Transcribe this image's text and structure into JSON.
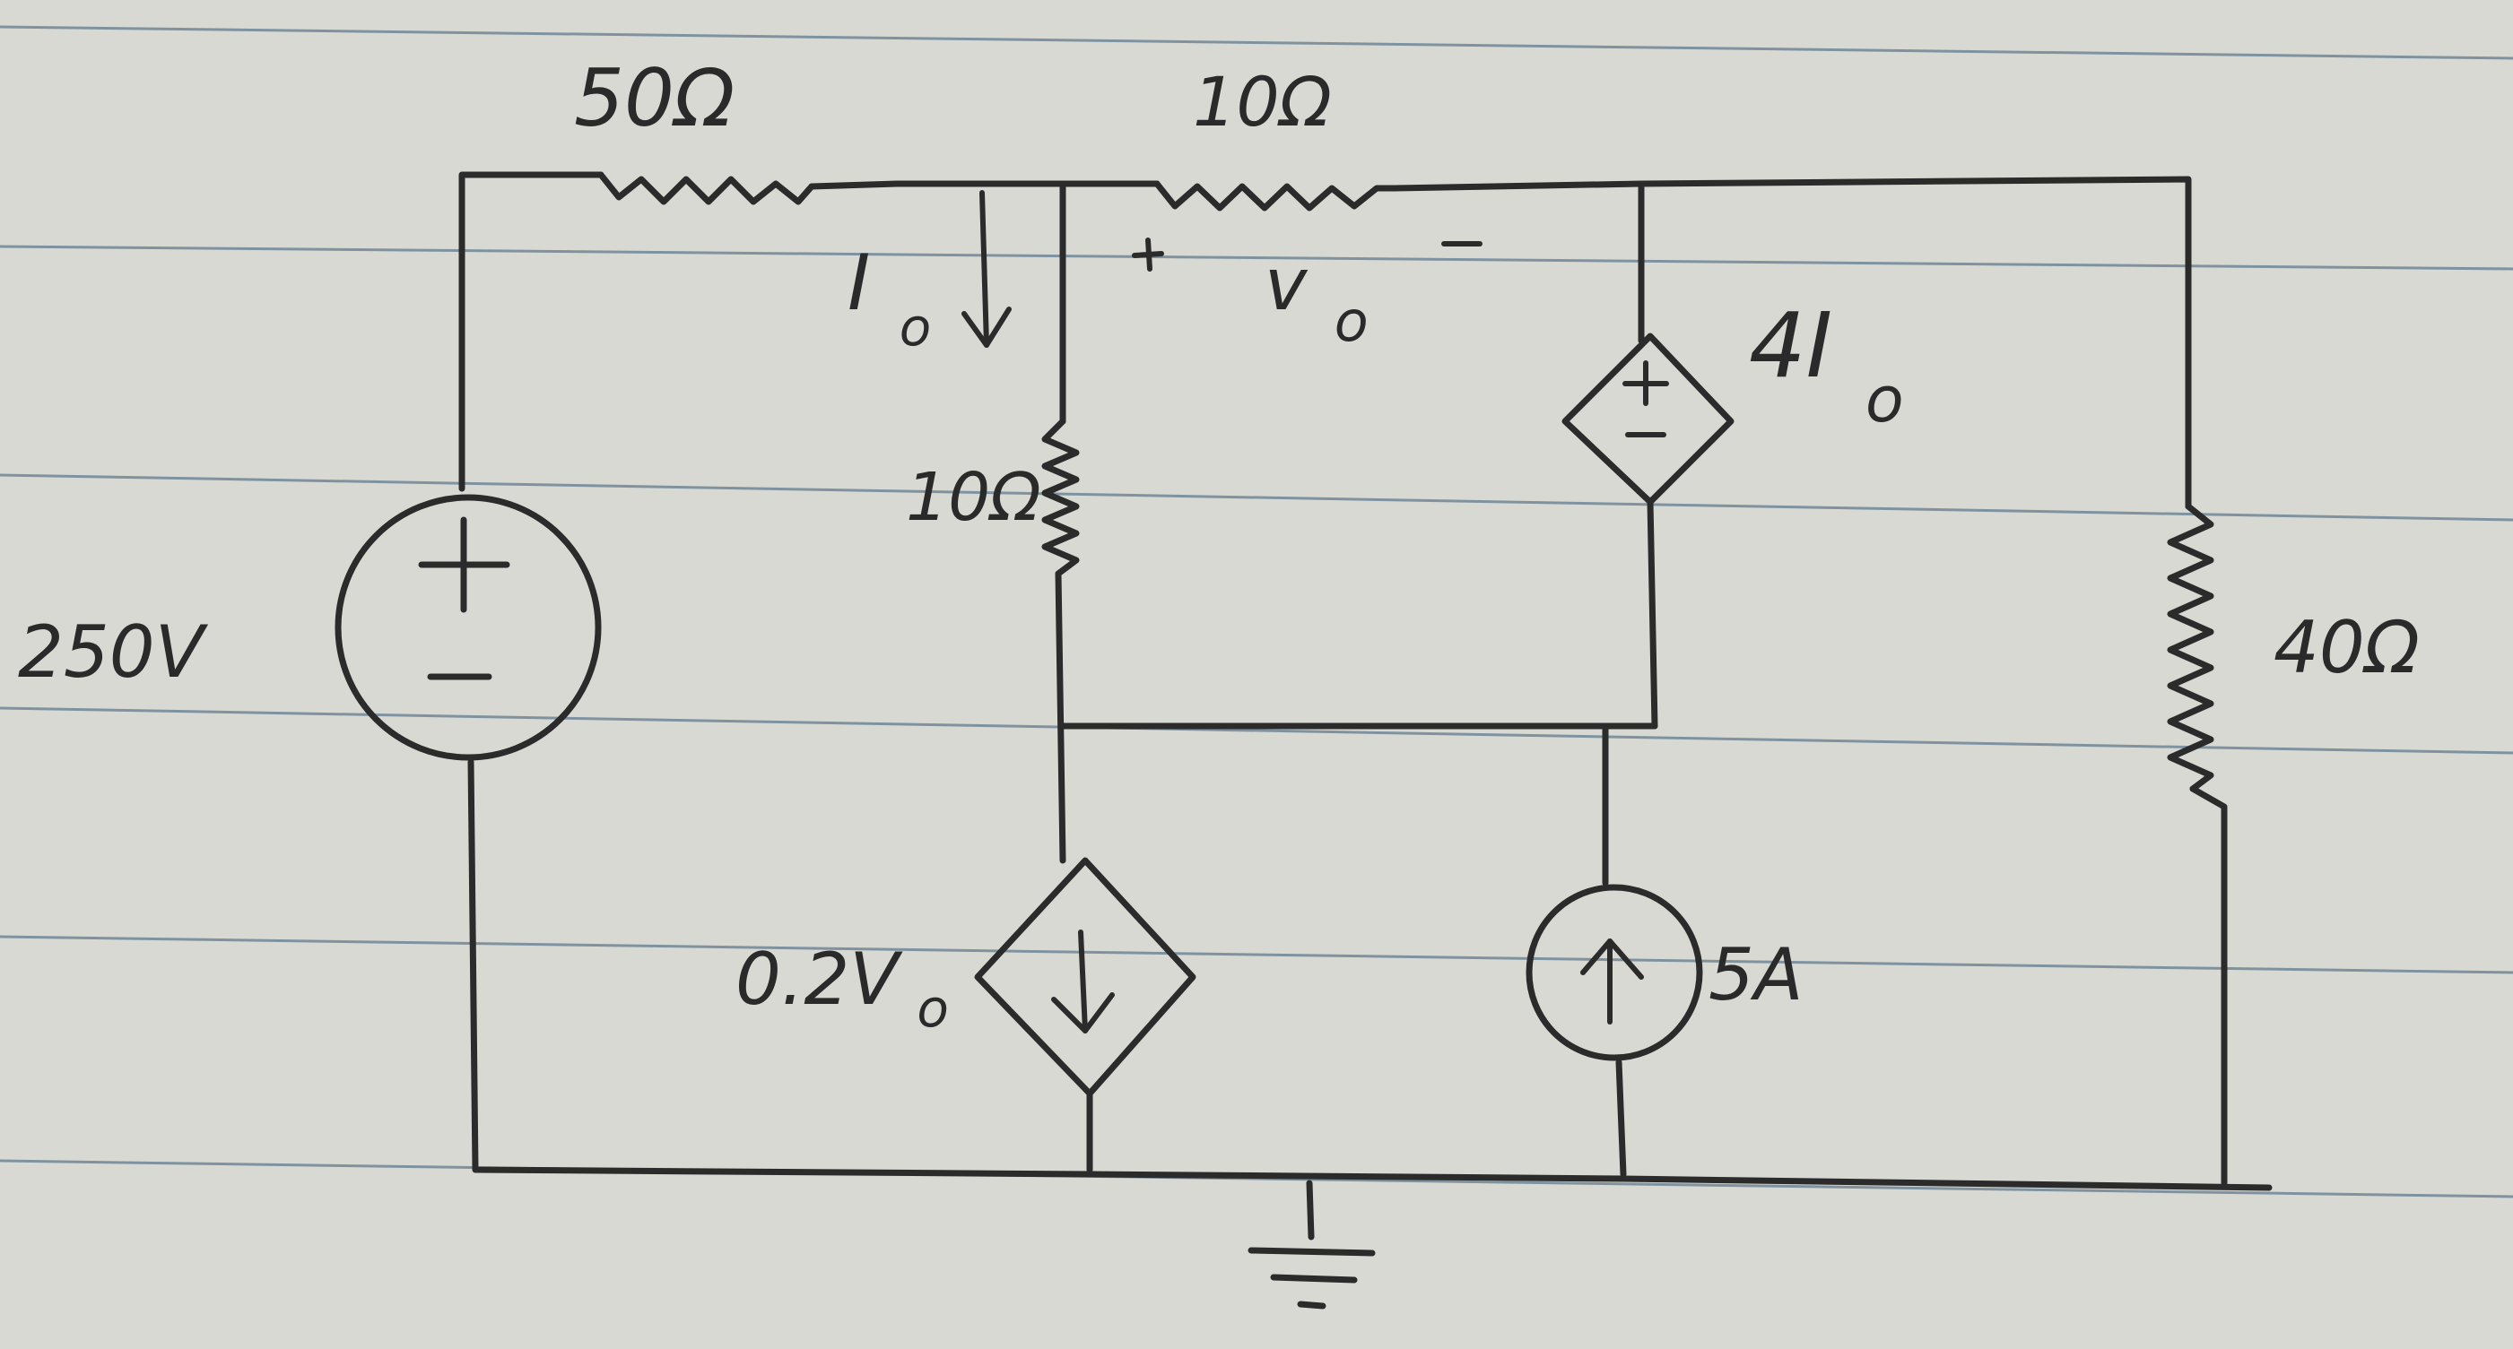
{
  "diagram": {
    "labels": {
      "r_50": "50Ω",
      "r_10_top": "10Ω",
      "r_10_vertical": "10Ω",
      "r_40": "40Ω",
      "source_250v": "250V",
      "dep_voltage_source": "4I",
      "dep_voltage_source_sub": "o",
      "dep_current_source": "0.2V",
      "dep_current_source_sub": "o",
      "current_source_5a": "5A",
      "current_io": "I",
      "current_io_sub": "o",
      "voltage_vo": "v",
      "voltage_vo_sub": "o",
      "plus": "+",
      "minus": "−",
      "plus_minus": "±"
    }
  }
}
